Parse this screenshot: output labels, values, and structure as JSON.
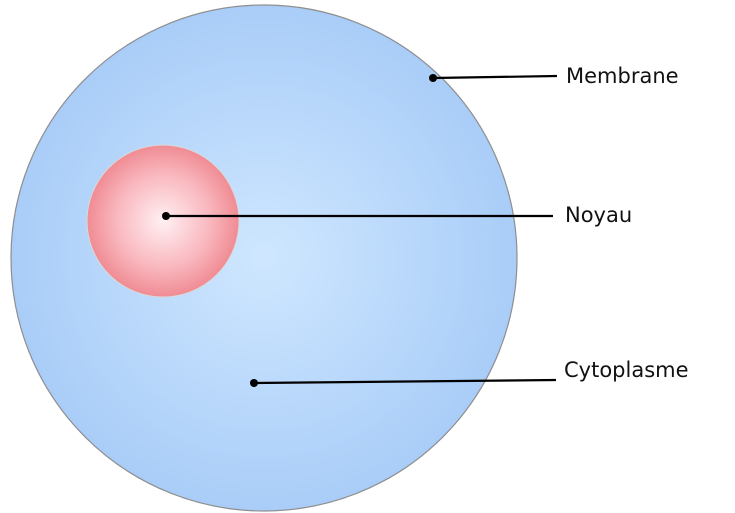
{
  "labels": {
    "membrane": "Membrane",
    "noyau": "Noyau",
    "cytoplasme": "Cytoplasme"
  },
  "colors": {
    "cell_center": "#cfe7ff",
    "cell_edge": "#a9cdf8",
    "cell_stroke": "#8e8e8e",
    "nucleus_center": "#fff0f3",
    "nucleus_mid": "#f9b7be",
    "nucleus_edge": "#f08b93",
    "nucleus_stroke": "#d9d9d9",
    "leader_line": "#000000"
  }
}
